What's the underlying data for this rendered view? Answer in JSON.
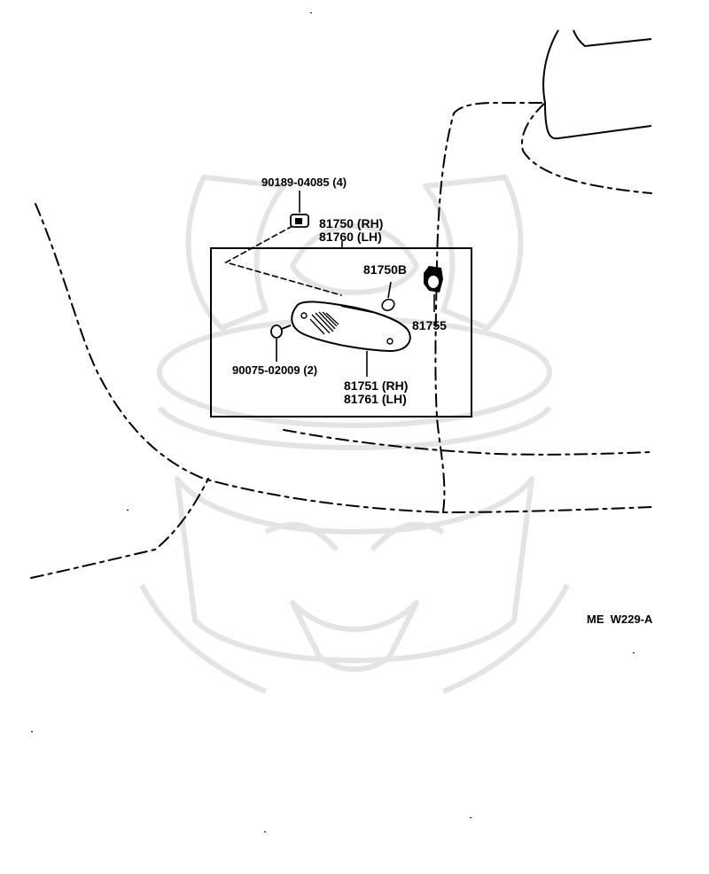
{
  "labels": {
    "bolt_top": "90189-04085 (4)",
    "lamp_assy_rh": "81750 (RH)",
    "lamp_assy_lh": "81760 (LH)",
    "socket": "81750B",
    "bulb_holder": "81755",
    "screw": "90075-02009 (2)",
    "lens_rh": "81751 (RH)",
    "lens_lh": "81761 (LH)",
    "diagram_code": "ME  W229-A"
  },
  "colors": {
    "ink": "#000000",
    "watermark": "#e4e4e4",
    "background": "#ffffff"
  },
  "watermark_icon": "samurai-mask-watermark"
}
